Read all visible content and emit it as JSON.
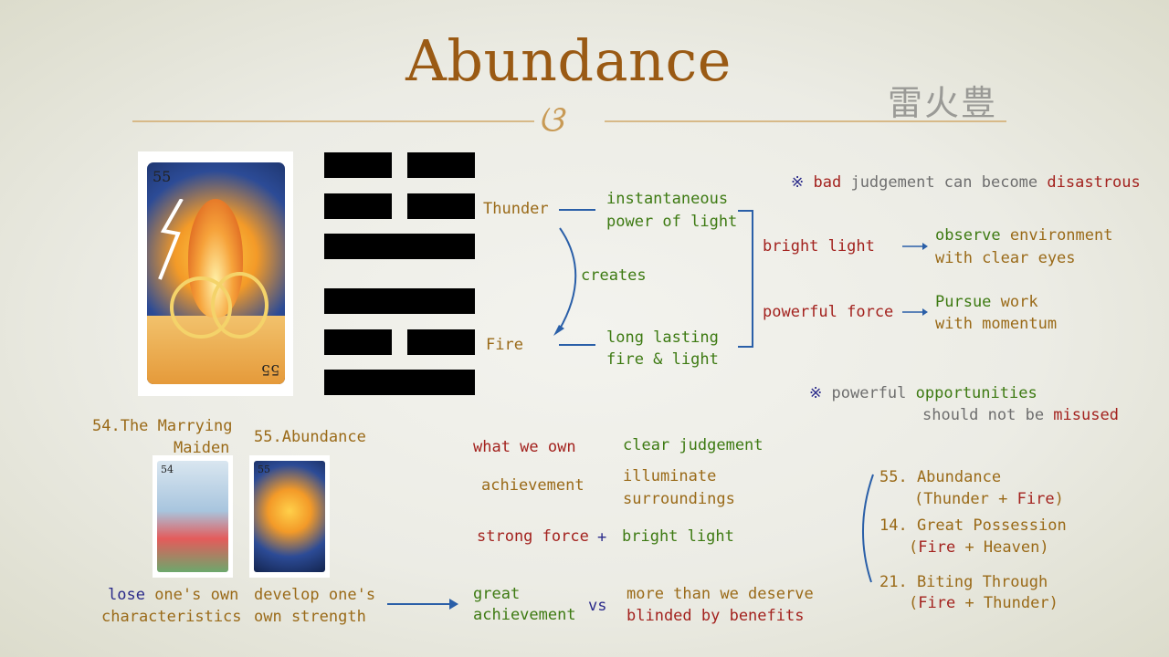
{
  "title": "Abundance",
  "kanji": "雷火豊",
  "ornament": "ଓ",
  "card_large": {
    "number": "55"
  },
  "hexagram_lines": [
    "broken",
    "broken",
    "solid",
    "solid",
    "broken",
    "solid"
  ],
  "top_trigram": {
    "name": "Thunder",
    "desc_line1": "instantaneous",
    "desc_line2": "power of light"
  },
  "relation": "creates",
  "bottom_trigram": {
    "name": "Fire",
    "desc_line1": "long lasting",
    "desc_line2": "fire & light"
  },
  "note1": {
    "mark": "※",
    "bad": "bad",
    "mid": " judgement can become ",
    "disastrous": "disastrous"
  },
  "aspects": [
    {
      "label": "bright light",
      "result_colored": "observe",
      "result_rest": " environment",
      "result_line2": "with clear eyes"
    },
    {
      "label": "powerful force",
      "result_colored": "Pursue",
      "result_rest": " work",
      "result_line2": "with momentum"
    }
  ],
  "note2": {
    "mark": "※",
    "powerful": "powerful",
    "opportunities": "opportunities",
    "line2_a": "should not be ",
    "misused": "misused"
  },
  "neighbors": {
    "prev_label_1": "54.The Marrying",
    "prev_label_2": "Maiden",
    "current_label": "55.Abundance",
    "prev_card_number": "54",
    "current_card_number": "55",
    "lose": "lose",
    "lose_rest": " one's own",
    "lose_line2": "characteristics",
    "develop_line1": "develop one's",
    "develop_line2": "own strength"
  },
  "comparison": {
    "left_1": "what we own",
    "right_1": "clear judgement",
    "left_2": "achievement",
    "right_2_line1": "illuminate",
    "right_2_line2": "surroundings",
    "left_3": "strong force",
    "plus": "+",
    "right_3": "bright light",
    "result_line1": "great",
    "result_line2": "achievement",
    "vs": "vs",
    "warn_line1": "more than we deserve",
    "warn_line2": "blinded by benefits"
  },
  "related": [
    {
      "title": "55. Abundance",
      "open": "(",
      "a": "Thunder",
      "plus": " + ",
      "b": "Fire",
      "close": ")"
    },
    {
      "title": "14. Great Possession",
      "open": "(",
      "a": "Fire",
      "plus": " + ",
      "b": "Heaven",
      "close": ")"
    },
    {
      "title": "21. Biting Through",
      "open": "(",
      "a": "Fire",
      "plus": " + ",
      "b": "Thunder",
      "close": ")"
    }
  ],
  "colors": {
    "brown": "#9a6a18",
    "green": "#3d7a12",
    "red": "#a3221e",
    "navy": "#2a2a8a",
    "arrow": "#2a5fa8"
  }
}
